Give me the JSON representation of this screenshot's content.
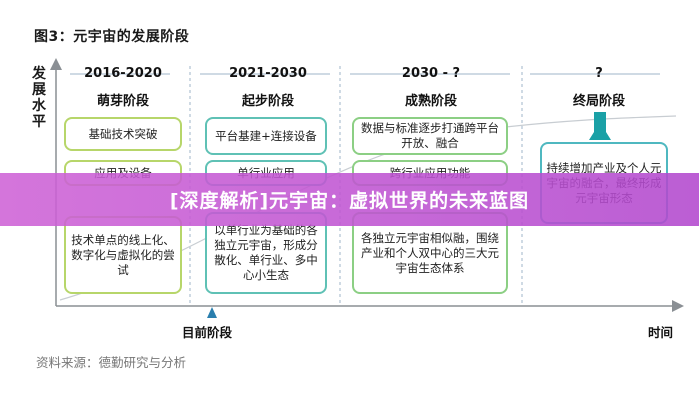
{
  "title": "图3：元宇宙的发展阶段",
  "y_axis_label": "发展水平",
  "x_axis_label": "时间",
  "present_marker": "目前阶段",
  "source": "资料来源：德勤研究与分析",
  "banner": "[深度解析]元宇宙：虚拟世界的未来蓝图",
  "periods": [
    {
      "period": "2016-2020",
      "stage": "萌芽阶段",
      "boxes": [
        "基础技术突破",
        "应用及设备",
        "技术单点的线上化、数字化与虚拟化的尝试"
      ]
    },
    {
      "period": "2021-2030",
      "stage": "起步阶段",
      "boxes": [
        "平台基建+连接设备",
        "单行业应用",
        "以单行业为基础的各独立元宇宙，形成分散化、单行业、多中心小生态"
      ]
    },
    {
      "period": "2030 - ?",
      "stage": "成熟阶段",
      "boxes": [
        "数据与标准逐步打通跨平台开放、融合",
        "跨行业应用功能",
        "各独立元宇宙相似融，围绕产业和个人双中心的三大元宇宙生态体系"
      ]
    },
    {
      "period": "?",
      "stage": "终局阶段",
      "boxes": [
        "持续增加产业及个人元宇宙的融合，最终形成元宇宙形态"
      ]
    }
  ],
  "colors": {
    "green_border": "#b7d66a",
    "teal_border": "#5fc1b5",
    "banner": "#c65cd4",
    "axis": "#8a8f94",
    "divider": "#9fb4c8"
  }
}
